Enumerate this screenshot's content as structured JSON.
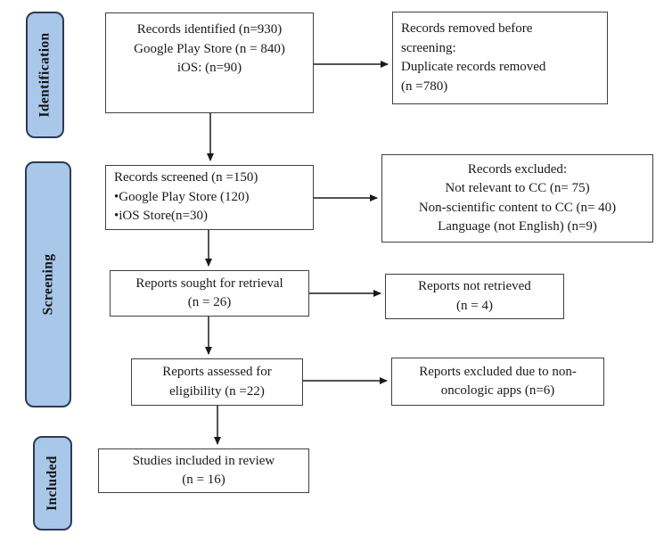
{
  "diagram": {
    "stages": [
      {
        "label": "Identification"
      },
      {
        "label": "Screening"
      },
      {
        "label": "Included"
      }
    ],
    "boxes": {
      "identified": {
        "lines": [
          "Records identified  (n=930)",
          "Google Play Store (n = 840)",
          "iOS: (n=90)"
        ]
      },
      "removed": {
        "lines": [
          "Records removed before",
          "screening:",
          "Duplicate  records removed",
          "(n =780)"
        ]
      },
      "screened": {
        "lines": [
          "Records screened (n =150)",
          "•Google Play Store (120)",
          "•iOS Store(n=30)"
        ]
      },
      "excluded": {
        "lines": [
          "Records excluded:",
          "Not relevant  to CC (n= 75)",
          "Non-scientific  content to CC (n= 40)",
          "Language  (not English)  (n=9)"
        ]
      },
      "sought": {
        "lines": [
          "Reports sought for retrieval",
          "(n = 26)"
        ]
      },
      "not_retrieved": {
        "lines": [
          "Reports not retrieved",
          "(n = 4)"
        ]
      },
      "assessed": {
        "lines": [
          "Reports assessed for",
          "eligibility  (n =22)"
        ]
      },
      "excluded_non_oncologic": {
        "lines": [
          "Reports excluded due to non-",
          "oncologic apps (n=6)"
        ]
      },
      "included_studies": {
        "lines": [
          "Studies included in review",
          "(n = 16)"
        ]
      }
    },
    "colors": {
      "stage_fill": "#A9C7E8",
      "stage_border": "#2B3A55",
      "box_border": "#404040",
      "arrow": "#1A1A1A"
    }
  }
}
